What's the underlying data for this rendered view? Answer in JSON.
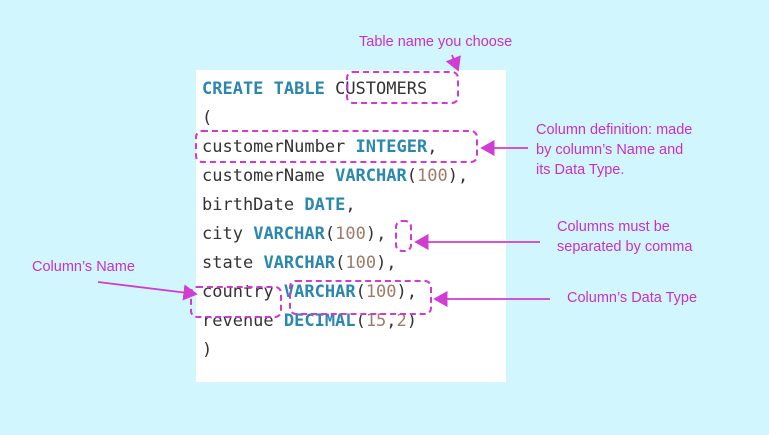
{
  "code": {
    "line1_kw": "CREATE TABLE",
    "line1_name": "CUSTOMERS",
    "line2": "(",
    "line3_name": "customerNumber",
    "line3_type": "INTEGER",
    "line3_end": ",",
    "line4_name": "customerName",
    "line4_type": "VARCHAR",
    "line4_open": "(",
    "line4_num": "100",
    "line4_close": "),",
    "line5_name": "birthDate",
    "line5_type": "DATE",
    "line5_end": ",",
    "line6_name": "city",
    "line6_type": "VARCHAR",
    "line6_open": "(",
    "line6_num": "100",
    "line6_close": ")",
    "line6_comma": ",",
    "line7_name": "state",
    "line7_type": "VARCHAR",
    "line7_open": "(",
    "line7_num": "100",
    "line7_close": "),",
    "line8_name": "country",
    "line8_type": "VARCHAR",
    "line8_open": "(",
    "line8_num": "100",
    "line8_close": ")",
    "line8_end": ",",
    "line9_name": "revenue",
    "line9_type": "DECIMAL",
    "line9_open": "(",
    "line9_num1": "15",
    "line9_comma": ",",
    "line9_num2": "2",
    "line9_close": ")",
    "line10": ")"
  },
  "annotations": {
    "table_name": "Table name you choose",
    "column_definition_1": "Column definition: made",
    "column_definition_2": "by column’s Name and",
    "column_definition_3": "its Data Type.",
    "separated_1": "Columns must be",
    "separated_2": "separated by comma",
    "column_name": "Column’s Name",
    "data_type": "Column’s Data Type"
  },
  "colors": {
    "background": "#d2f6fd",
    "annotation": "#c531c5",
    "keyword": "#2b87ad",
    "number": "#9b7b6a",
    "text": "#333333"
  }
}
